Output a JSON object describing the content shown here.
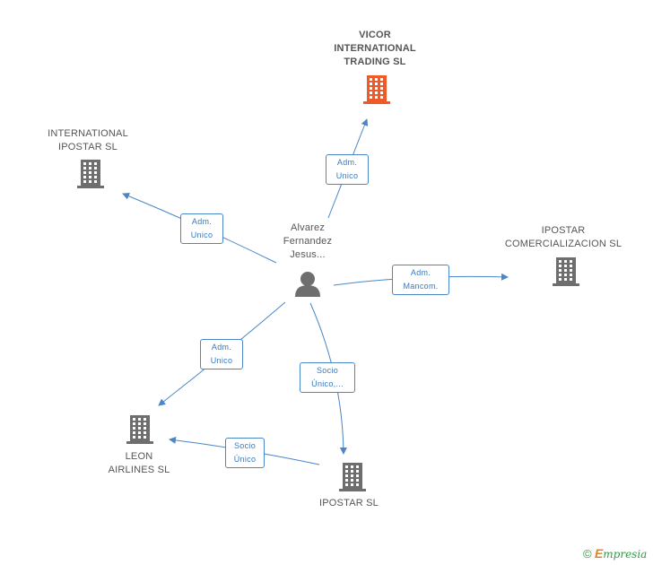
{
  "colors": {
    "edge": "#4a86c8",
    "main_company": "#f05a28",
    "company": "#6e6e6e",
    "person": "#6e6e6e"
  },
  "center": {
    "name": "Alvarez\nFernandez\nJesus...",
    "icon": "person-icon"
  },
  "companies": [
    {
      "id": "vicor",
      "name": "VICOR\nINTERNATIONAL\nTRADING SL",
      "highlight": true,
      "icon": "building-icon"
    },
    {
      "id": "international",
      "name": "INTERNATIONAL\nIPOSTAR SL",
      "highlight": false,
      "icon": "building-icon"
    },
    {
      "id": "comercializacion",
      "name": "IPOSTAR\nCOMERCIALIZACION SL",
      "highlight": false,
      "icon": "building-icon"
    },
    {
      "id": "leon",
      "name": "LEON\nAIRLINES SL",
      "highlight": false,
      "icon": "building-icon"
    },
    {
      "id": "ipostar",
      "name": "IPOSTAR SL",
      "highlight": false,
      "icon": "building-icon"
    }
  ],
  "edges": [
    {
      "from": "center",
      "to": "vicor",
      "label": "Adm.\nUnico"
    },
    {
      "from": "center",
      "to": "international",
      "label": "Adm.\nUnico"
    },
    {
      "from": "center",
      "to": "comercializacion",
      "label": "Adm.\nMancom."
    },
    {
      "from": "center",
      "to": "leon",
      "label": "Adm.\nUnico"
    },
    {
      "from": "center",
      "to": "ipostar",
      "label": "Socio\nÚnico,..."
    },
    {
      "from": "ipostar",
      "to": "leon",
      "label": "Socio\nÚnico"
    }
  ],
  "footer": {
    "copyright": "©",
    "brand_first": "E",
    "brand_rest": "mpresia"
  }
}
